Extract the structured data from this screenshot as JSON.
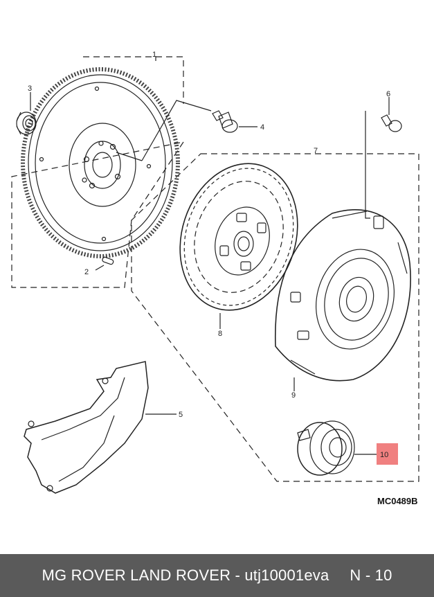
{
  "diagram": {
    "callouts": [
      "1",
      "2",
      "3",
      "4",
      "5",
      "6",
      "7",
      "8",
      "9",
      "10"
    ],
    "highlight_color": "#f08080",
    "code": "MC0489B"
  },
  "footer": {
    "text": "MG ROVER LAND ROVER - utj10001eva",
    "page": "N - 10"
  }
}
